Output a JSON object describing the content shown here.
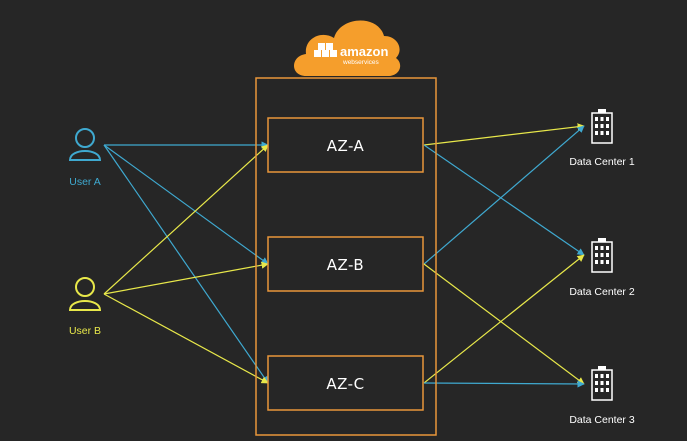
{
  "logo": {
    "brand_text": "amazon",
    "sub_text": "webservices",
    "cloud_color": "#f59e2c",
    "icon": "aws-cloud-logo"
  },
  "region_box_color": "#e8963a",
  "zones": [
    {
      "id": "az-a",
      "label": "AZ-A"
    },
    {
      "id": "az-b",
      "label": "AZ-B"
    },
    {
      "id": "az-c",
      "label": "AZ-C"
    }
  ],
  "users": [
    {
      "id": "user-a",
      "label": "User A",
      "color": "#3fa9d0",
      "icon": "user-icon"
    },
    {
      "id": "user-b",
      "label": "User B",
      "color": "#e8e84a",
      "icon": "user-icon"
    }
  ],
  "data_centers": [
    {
      "id": "dc-1",
      "label": "Data Center 1",
      "icon": "building-icon"
    },
    {
      "id": "dc-2",
      "label": "Data Center 2",
      "icon": "building-icon"
    },
    {
      "id": "dc-3",
      "label": "Data Center 3",
      "icon": "building-icon"
    }
  ],
  "connections": [
    {
      "from": "user-a",
      "to": "az-a",
      "color": "#3fa9d0"
    },
    {
      "from": "user-a",
      "to": "az-b",
      "color": "#3fa9d0"
    },
    {
      "from": "user-a",
      "to": "az-c",
      "color": "#3fa9d0"
    },
    {
      "from": "user-b",
      "to": "az-a",
      "color": "#e8e84a"
    },
    {
      "from": "user-b",
      "to": "az-b",
      "color": "#e8e84a"
    },
    {
      "from": "user-b",
      "to": "az-c",
      "color": "#e8e84a"
    },
    {
      "from": "az-a",
      "to": "dc-1",
      "color": "#e8e84a"
    },
    {
      "from": "az-a",
      "to": "dc-2",
      "color": "#3fa9d0"
    },
    {
      "from": "az-b",
      "to": "dc-1",
      "color": "#3fa9d0"
    },
    {
      "from": "az-b",
      "to": "dc-3",
      "color": "#e8e84a"
    },
    {
      "from": "az-c",
      "to": "dc-2",
      "color": "#e8e84a"
    },
    {
      "from": "az-c",
      "to": "dc-3",
      "color": "#3fa9d0"
    }
  ]
}
